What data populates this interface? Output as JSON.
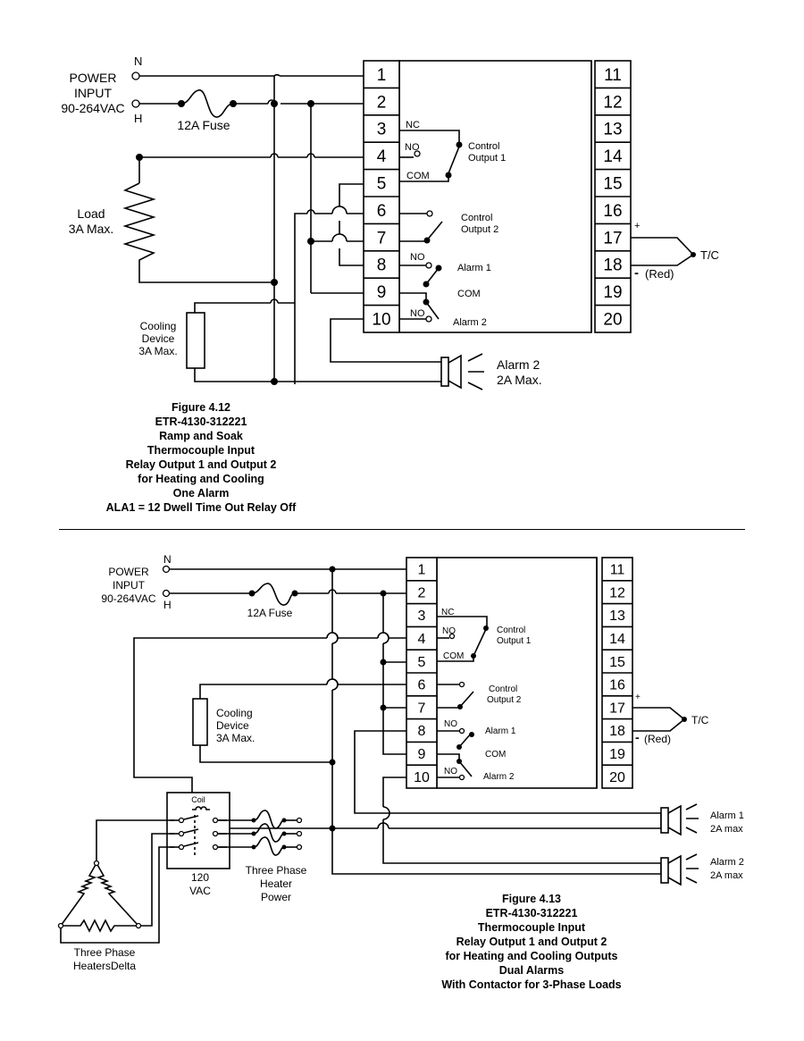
{
  "figure1": {
    "terminals_left": [
      "1",
      "2",
      "3",
      "4",
      "5",
      "6",
      "7",
      "8",
      "9",
      "10"
    ],
    "terminals_right": [
      "11",
      "12",
      "13",
      "14",
      "15",
      "16",
      "17",
      "18",
      "19",
      "20"
    ],
    "power": {
      "n": "N",
      "h": "H",
      "line1": "POWER",
      "line2": "INPUT",
      "line3": "90-264VAC"
    },
    "fuse": "12A Fuse",
    "load": {
      "line1": "Load",
      "line2": "3A Max."
    },
    "cooling": {
      "line1": "Cooling",
      "line2": "Device",
      "line3": "3A Max."
    },
    "alarm_device": {
      "line1": "Alarm 2",
      "line2": "2A  Max."
    },
    "contacts": {
      "nc": "NC",
      "no": "NO",
      "com": "COM",
      "out1_a": "Control",
      "out1_b": "Output 1",
      "out2_a": "Control",
      "out2_b": "Output 2",
      "no2": "NO",
      "alarm1": "Alarm 1",
      "com2": "COM",
      "no3": "NO",
      "alarm2": "Alarm 2"
    },
    "tc": {
      "plus": "+",
      "minus": "-",
      "red": "(Red)",
      "label": "T/C"
    },
    "caption": [
      "Figure 4.12",
      "ETR-4130-312221",
      "Ramp and Soak",
      "Thermocouple Input",
      "Relay Output 1 and Output 2",
      "for Heating and Cooling",
      "One Alarm",
      "ALA1 = 12 Dwell Time Out Relay Off"
    ]
  },
  "figure2": {
    "terminals_left": [
      "1",
      "2",
      "3",
      "4",
      "5",
      "6",
      "7",
      "8",
      "9",
      "10"
    ],
    "terminals_right": [
      "11",
      "12",
      "13",
      "14",
      "15",
      "16",
      "17",
      "18",
      "19",
      "20"
    ],
    "power": {
      "n": "N",
      "h": "H",
      "line1": "POWER",
      "line2": "INPUT",
      "line3": "90-264VAC"
    },
    "fuse": "12A Fuse",
    "cooling": {
      "line1": "Cooling",
      "line2": "Device",
      "line3": "3A Max."
    },
    "contacts": {
      "nc": "NC",
      "no": "NO",
      "com": "COM",
      "out1_a": "Control",
      "out1_b": "Output 1",
      "out2_a": "Control",
      "out2_b": "Output 2",
      "no2": "NO",
      "alarm1": "Alarm 1",
      "com2": "COM",
      "no3": "NO",
      "alarm2": "Alarm 2"
    },
    "tc": {
      "plus": "+",
      "minus": "-",
      "red": "(Red)",
      "label": "T/C"
    },
    "contactor": {
      "coil": "Coil",
      "vac1": "120",
      "vac2": "VAC"
    },
    "heater_power": {
      "line1": "Three Phase",
      "line2": "Heater",
      "line3": "Power"
    },
    "heaters": {
      "line1": "Three Phase",
      "line2": "HeatersDelta"
    },
    "alarm1_device": {
      "line1": "Alarm 1",
      "line2": "2A max"
    },
    "alarm2_device": {
      "line1": "Alarm 2",
      "line2": "2A max"
    },
    "caption": [
      "Figure 4.13",
      "ETR-4130-312221",
      "Thermocouple Input",
      "Relay Output 1 and Output 2",
      "for Heating and Cooling Outputs",
      "Dual Alarms",
      "With Contactor for 3-Phase Loads"
    ]
  }
}
